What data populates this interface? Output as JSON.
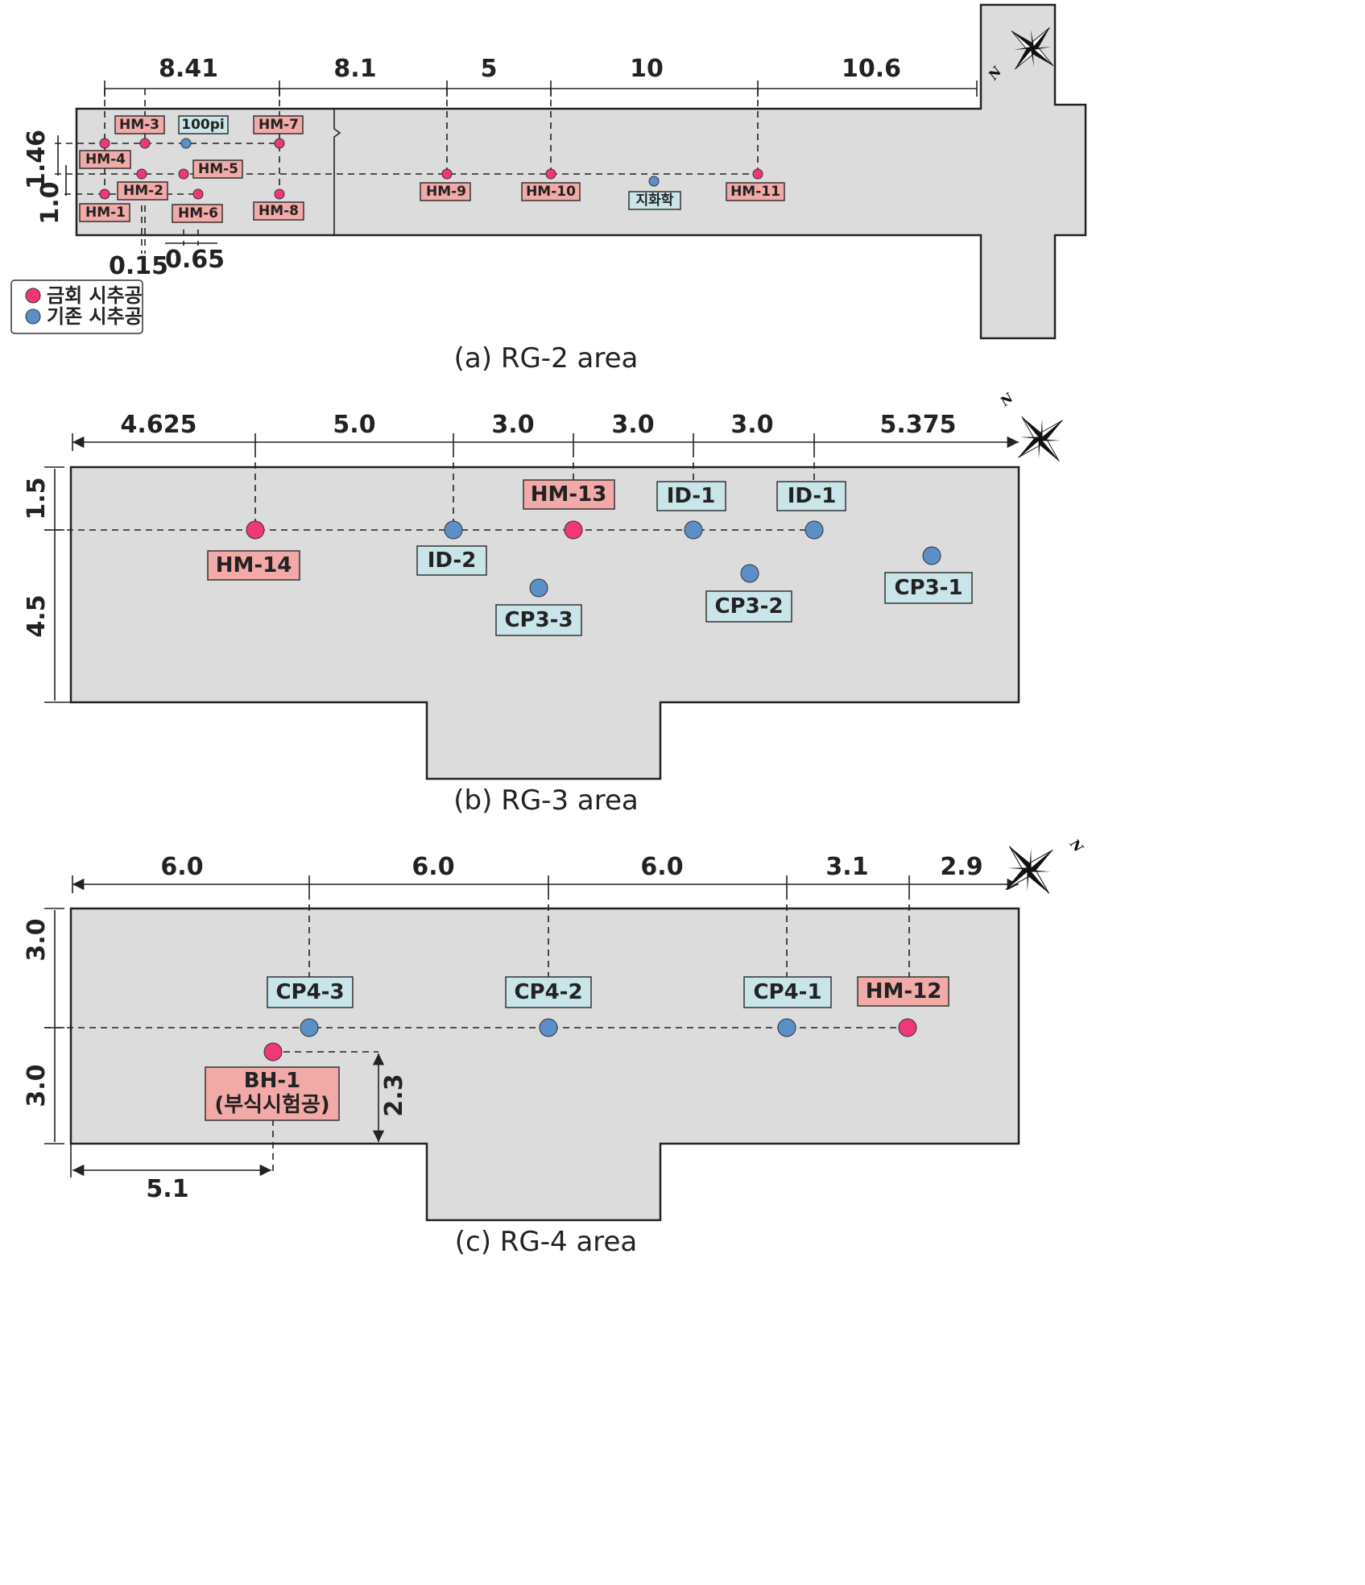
{
  "panel_a": {
    "dims_top": [
      "8.41",
      "8.1",
      "5",
      "10",
      "10.6"
    ],
    "dim_left_1": "1.46",
    "dim_left_2": "1.0",
    "dim_bottom_1": "0.15",
    "dim_bottom_2": "0.65",
    "labels": {
      "hm1": "HM-1",
      "hm2": "HM-2",
      "hm3": "HM-3",
      "hm4": "HM-4",
      "hm5": "HM-5",
      "hm6": "HM-6",
      "hm7": "HM-7",
      "hm8": "HM-8",
      "hm9": "HM-9",
      "hm10": "HM-10",
      "hm11": "HM-11",
      "pi100": "100pi",
      "geo": "지화학"
    },
    "legend": {
      "pink": "금회 시추공",
      "blue": "기존 시추공"
    },
    "caption": "(a) RG-2 area"
  },
  "panel_b": {
    "dims_top": [
      "4.625",
      "5.0",
      "3.0",
      "3.0",
      "3.0",
      "5.375"
    ],
    "dim_left_1": "1.5",
    "dim_left_2": "4.5",
    "labels": {
      "hm14": "HM-14",
      "id2": "ID-2",
      "hm13": "HM-13",
      "id1a": "ID-1",
      "id1b": "ID-1",
      "cp33": "CP3-3",
      "cp32": "CP3-2",
      "cp31": "CP3-1"
    },
    "caption": "(b) RG-3 area"
  },
  "panel_c": {
    "dims_top": [
      "6.0",
      "6.0",
      "6.0",
      "3.1",
      "2.9"
    ],
    "dim_left_1": "3.0",
    "dim_left_2": "3.0",
    "dim_right": "2.3",
    "dim_bottom": "5.1",
    "labels": {
      "cp43": "CP4-3",
      "cp42": "CP4-2",
      "cp41": "CP4-1",
      "hm12": "HM-12",
      "bh1_line1": "BH-1",
      "bh1_line2": "(부식시험공)"
    },
    "caption": "(c) RG-4 area"
  },
  "colors": {
    "new_borehole": "#f0377a",
    "existing_borehole": "#5b8fc8",
    "pink_label": "#f2aaa8",
    "blue_label": "#c9e5ea",
    "area": "#dcdcdc"
  }
}
